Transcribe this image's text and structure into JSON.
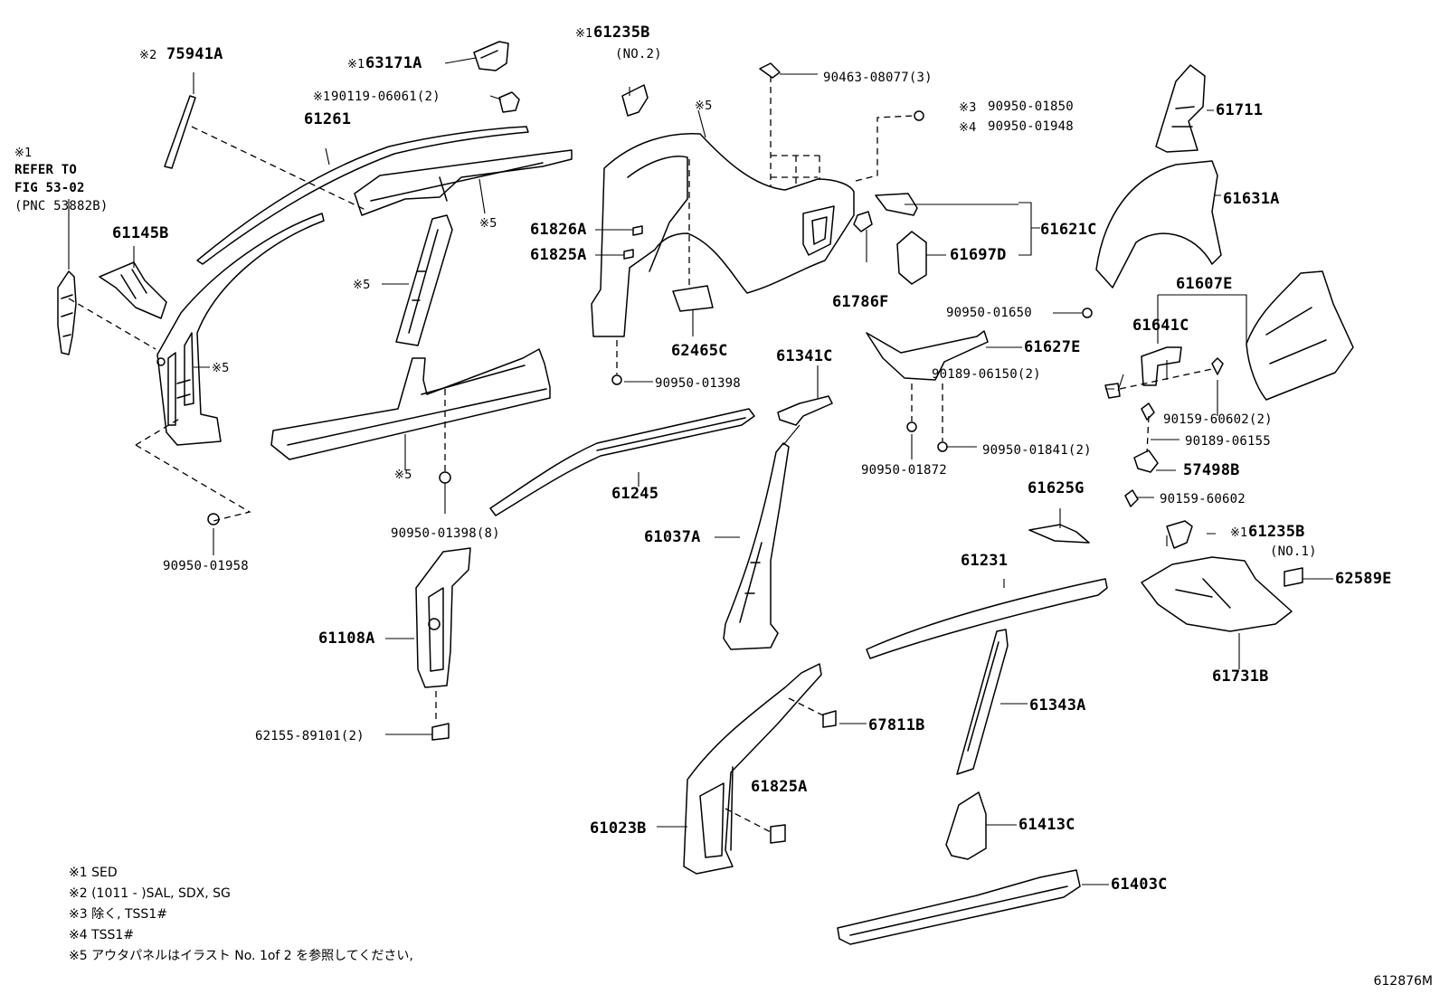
{
  "labels": [
    {
      "id": "c1-61235b-no2-pre",
      "text": "※1"
    },
    {
      "id": "61235b-no2",
      "text": "61235B"
    },
    {
      "id": "no2",
      "text": "(NO.2)"
    },
    {
      "id": "c2-pre",
      "text": "※2"
    },
    {
      "id": "75941a",
      "text": "75941A"
    },
    {
      "id": "c1-63171a-pre",
      "text": "※1"
    },
    {
      "id": "63171a",
      "text": "63171A"
    },
    {
      "id": "c1-90119-pre",
      "text": "※1"
    },
    {
      "id": "90119",
      "text": "90119-06061(2)"
    },
    {
      "id": "61261",
      "text": "61261"
    },
    {
      "id": "c1-ref",
      "text": "※1"
    },
    {
      "id": "refer-to",
      "text": "REFER TO"
    },
    {
      "id": "fig-53-02",
      "text": "FIG 53-02"
    },
    {
      "id": "pnc",
      "text": "(PNC 53882B)"
    },
    {
      "id": "61145b",
      "text": "61145B"
    },
    {
      "id": "c5-a",
      "text": "※5"
    },
    {
      "id": "c5-b",
      "text": "※5"
    },
    {
      "id": "c5-c",
      "text": "※5"
    },
    {
      "id": "c5-d",
      "text": "※5"
    },
    {
      "id": "c5-e",
      "text": "※5"
    },
    {
      "id": "90950-01958",
      "text": "90950-01958"
    },
    {
      "id": "90950-01398-8",
      "text": "90950-01398(8)"
    },
    {
      "id": "61245",
      "text": "61245"
    },
    {
      "id": "61826a",
      "text": "61826A"
    },
    {
      "id": "61825a-a",
      "text": "61825A"
    },
    {
      "id": "62465c",
      "text": "62465C"
    },
    {
      "id": "90950-01398",
      "text": "90950-01398"
    },
    {
      "id": "61341c",
      "text": "61341C"
    },
    {
      "id": "90463",
      "text": "90463-08077(3)"
    },
    {
      "id": "c3-pre",
      "text": "※3"
    },
    {
      "id": "90950-01850",
      "text": "90950-01850"
    },
    {
      "id": "c4-pre",
      "text": "※4"
    },
    {
      "id": "90950-01948",
      "text": "90950-01948"
    },
    {
      "id": "61621c",
      "text": "61621C"
    },
    {
      "id": "61697d",
      "text": "61697D"
    },
    {
      "id": "61786f",
      "text": "61786F"
    },
    {
      "id": "61711",
      "text": "61711"
    },
    {
      "id": "61631a",
      "text": "61631A"
    },
    {
      "id": "61607e",
      "text": "61607E"
    },
    {
      "id": "90950-01650",
      "text": "90950-01650"
    },
    {
      "id": "61641c",
      "text": "61641C"
    },
    {
      "id": "61627e",
      "text": "61627E"
    },
    {
      "id": "90189-06150",
      "text": "90189-06150(2)"
    },
    {
      "id": "90159-60602-2",
      "text": "90159-60602(2)"
    },
    {
      "id": "90189-06155",
      "text": "90189-06155"
    },
    {
      "id": "90950-01841",
      "text": "90950-01841(2)"
    },
    {
      "id": "90950-01872",
      "text": "90950-01872"
    },
    {
      "id": "57498b",
      "text": "57498B"
    },
    {
      "id": "90159-60602",
      "text": "90159-60602"
    },
    {
      "id": "61625g",
      "text": "61625G"
    },
    {
      "id": "c1-61235b-no1-pre",
      "text": "※1"
    },
    {
      "id": "61235b-no1",
      "text": "61235B"
    },
    {
      "id": "no1",
      "text": "(NO.1)"
    },
    {
      "id": "62589e",
      "text": "62589E"
    },
    {
      "id": "61231",
      "text": "61231"
    },
    {
      "id": "61731b",
      "text": "61731B"
    },
    {
      "id": "61037a",
      "text": "61037A"
    },
    {
      "id": "61108a",
      "text": "61108A"
    },
    {
      "id": "62155",
      "text": "62155-89101(2)"
    },
    {
      "id": "67811b",
      "text": "67811B"
    },
    {
      "id": "61343a",
      "text": "61343A"
    },
    {
      "id": "61825a-b",
      "text": "61825A"
    },
    {
      "id": "61023b",
      "text": "61023B"
    },
    {
      "id": "61413c",
      "text": "61413C"
    },
    {
      "id": "61403c",
      "text": "61403C"
    }
  ],
  "notes": [
    "※1 SED",
    "※2 (1011 -      )SAL, SDX, SG",
    "※3 除く, TSS1#",
    "※4 TSS1#",
    "※5 アウタパネルはイラスト No. 1of 2 を参照してください,"
  ],
  "figure_id": "612876M"
}
